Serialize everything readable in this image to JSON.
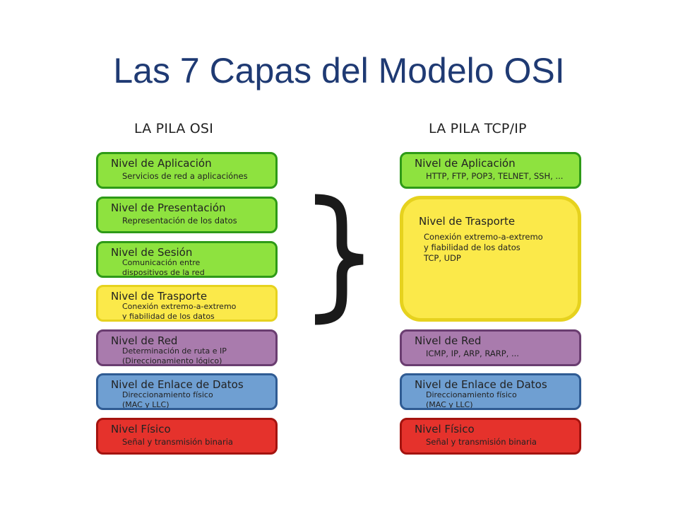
{
  "title": "Las 7 Capas del Modelo OSI",
  "osi": {
    "heading": "LA PILA OSI",
    "layers": [
      {
        "name": "Nivel de Aplicación",
        "desc": "Servicios de red a aplicaciónes",
        "color": "#8ee23f",
        "border": "#2e9a17"
      },
      {
        "name": "Nivel de Presentación",
        "desc": "Representación de los datos",
        "color": "#8ee23f",
        "border": "#2e9a17"
      },
      {
        "name": "Nivel de Sesión",
        "desc": "Comunicación entre\ndispositivos de la red",
        "color": "#8ee23f",
        "border": "#2e9a17"
      },
      {
        "name": "Nivel de Trasporte",
        "desc": "Conexión extremo-a-extremo\ny fiabilidad de los datos",
        "color": "#fbe94a",
        "border": "#e6d21e"
      },
      {
        "name": "Nivel de Red",
        "desc": "Determinación de ruta e IP\n(Direccionamiento lógico)",
        "color": "#a97bad",
        "border": "#6a3d70"
      },
      {
        "name": "Nivel de Enlace de Datos",
        "desc": "Direccionamiento físico\n(MAC y LLC)",
        "color": "#6f9fd2",
        "border": "#2f5b93"
      },
      {
        "name": "Nivel Físico",
        "desc": "Señal y transmisión binaria",
        "color": "#e5322c",
        "border": "#a4130f"
      }
    ]
  },
  "tcpip": {
    "heading": "LA PILA TCP/IP",
    "layers": [
      {
        "name": "Nivel de Aplicación",
        "desc": "HTTP, FTP, POP3, TELNET, SSH, ...",
        "color": "#8ee23f",
        "border": "#2e9a17"
      },
      {
        "name": "Nivel de Trasporte",
        "desc": "Conexión extremo-a-extremo\ny fiabilidad de los datos\nTCP, UDP",
        "color": "#fbe94a",
        "border": "#e6d21e"
      },
      {
        "name": "Nivel de Red",
        "desc": "ICMP, IP, ARP, RARP, ...",
        "color": "#a97bad",
        "border": "#6a3d70"
      },
      {
        "name": "Nivel de Enlace de Datos",
        "desc": "Direccionamiento físico\n(MAC y LLC)",
        "color": "#6f9fd2",
        "border": "#2f5b93"
      },
      {
        "name": "Nivel Físico",
        "desc": "Señal y transmisión binaria",
        "color": "#e5322c",
        "border": "#a4130f"
      }
    ]
  }
}
